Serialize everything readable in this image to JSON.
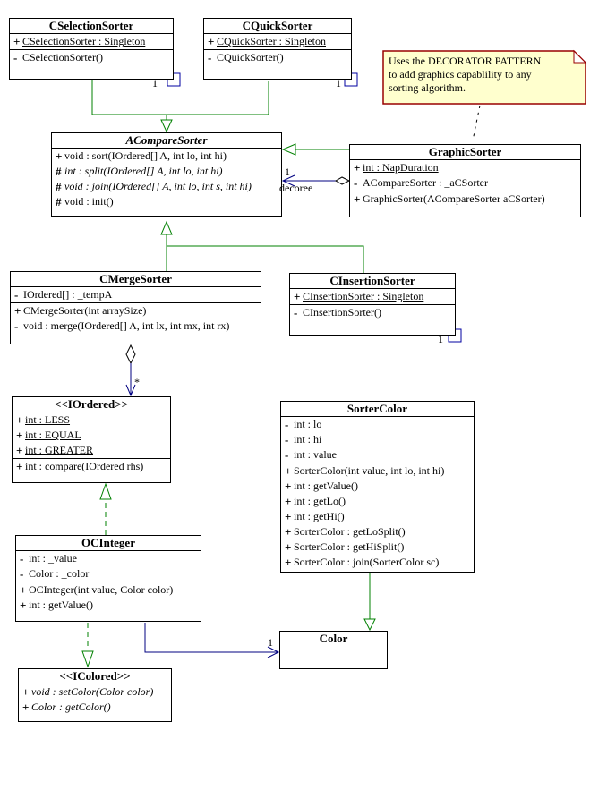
{
  "diagram": {
    "title": "Sorter decorator UML class diagram",
    "colors": {
      "generalization_green": "#008000",
      "association_blue": "#000080",
      "self_link_blue": "#0000A0",
      "note_background": "#FFFFCE",
      "note_border": "#990000",
      "box_border": "#000000",
      "background": "#FFFFFF"
    }
  },
  "note": {
    "lines": [
      "Uses the DECORATOR PATTERN",
      "to add graphics capablility to any",
      "sorting algorithm."
    ]
  },
  "labels": {
    "selection_self_mult": "1",
    "quick_self_mult": "1",
    "insertion_self_mult": "1",
    "decoree_mult": "1",
    "decoree_role": "decoree",
    "iordered_mult": "*",
    "color_mult": "1"
  },
  "classes": {
    "cselection": {
      "title": "CSelectionSorter",
      "attrs": [
        {
          "vis": "+",
          "text": "CSelectionSorter : Singleton"
        }
      ],
      "ops": [
        {
          "vis": "-",
          "text": "CSelectionSorter()"
        }
      ]
    },
    "cquick": {
      "title": "CQuickSorter",
      "attrs": [
        {
          "vis": "+",
          "text": "CQuickSorter : Singleton"
        }
      ],
      "ops": [
        {
          "vis": "-",
          "text": "CQuickSorter()"
        }
      ]
    },
    "acompare": {
      "title": "ACompareSorter",
      "ops": [
        {
          "vis": "+",
          "text": "void : sort(IOrdered[] A, int lo, int hi)"
        },
        {
          "vis": "#",
          "text": "int : split(IOrdered[] A, int lo, int hi)"
        },
        {
          "vis": "#",
          "text": "void : join(IOrdered[] A, int lo, int s, int hi)"
        },
        {
          "vis": "#",
          "text": "void : init()"
        }
      ]
    },
    "graphic": {
      "title": "GraphicSorter",
      "attrs": [
        {
          "vis": "+",
          "text": "int : NapDuration"
        },
        {
          "vis": "-",
          "text": "ACompareSorter : _aCSorter"
        }
      ],
      "ops": [
        {
          "vis": "+",
          "text": "GraphicSorter(ACompareSorter aCSorter)"
        }
      ]
    },
    "cmerge": {
      "title": "CMergeSorter",
      "attrs": [
        {
          "vis": "-",
          "text": "IOrdered[] : _tempA"
        }
      ],
      "ops": [
        {
          "vis": "+",
          "text": "CMergeSorter(int arraySize)"
        },
        {
          "vis": "-",
          "text": "void : merge(IOrdered[] A, int lx, int mx, int rx)"
        }
      ]
    },
    "cinsertion": {
      "title": "CInsertionSorter",
      "attrs": [
        {
          "vis": "+",
          "text": "CInsertionSorter : Singleton"
        }
      ],
      "ops": [
        {
          "vis": "-",
          "text": "CInsertionSorter()"
        }
      ]
    },
    "iordered": {
      "title": "<<IOrdered>>",
      "attrs": [
        {
          "vis": "+",
          "text": "int : LESS"
        },
        {
          "vis": "+",
          "text": "int : EQUAL"
        },
        {
          "vis": "+",
          "text": "int : GREATER"
        }
      ],
      "ops": [
        {
          "vis": "+",
          "text": "int : compare(IOrdered rhs)"
        }
      ]
    },
    "sortercolor": {
      "title": "SorterColor",
      "attrs": [
        {
          "vis": "-",
          "text": "int : lo"
        },
        {
          "vis": "-",
          "text": "int : hi"
        },
        {
          "vis": "-",
          "text": "int : value"
        }
      ],
      "ops": [
        {
          "vis": "+",
          "text": "SorterColor(int value, int lo, int hi)"
        },
        {
          "vis": "+",
          "text": "int : getValue()"
        },
        {
          "vis": "+",
          "text": "int : getLo()"
        },
        {
          "vis": "+",
          "text": "int : getHi()"
        },
        {
          "vis": "+",
          "text": "SorterColor : getLoSplit()"
        },
        {
          "vis": "+",
          "text": "SorterColor : getHiSplit()"
        },
        {
          "vis": "+",
          "text": "SorterColor : join(SorterColor sc)"
        }
      ]
    },
    "ocinteger": {
      "title": "OCInteger",
      "attrs": [
        {
          "vis": "-",
          "text": "int : _value"
        },
        {
          "vis": "-",
          "text": "Color : _color"
        }
      ],
      "ops": [
        {
          "vis": "+",
          "text": "OCInteger(int value, Color color)"
        },
        {
          "vis": "+",
          "text": "int : getValue()"
        }
      ]
    },
    "color": {
      "title": "Color"
    },
    "icolored": {
      "title": "<<IColored>>",
      "ops": [
        {
          "vis": "+",
          "text": "void : setColor(Color color)"
        },
        {
          "vis": "+",
          "text": "Color : getColor()"
        }
      ]
    }
  }
}
